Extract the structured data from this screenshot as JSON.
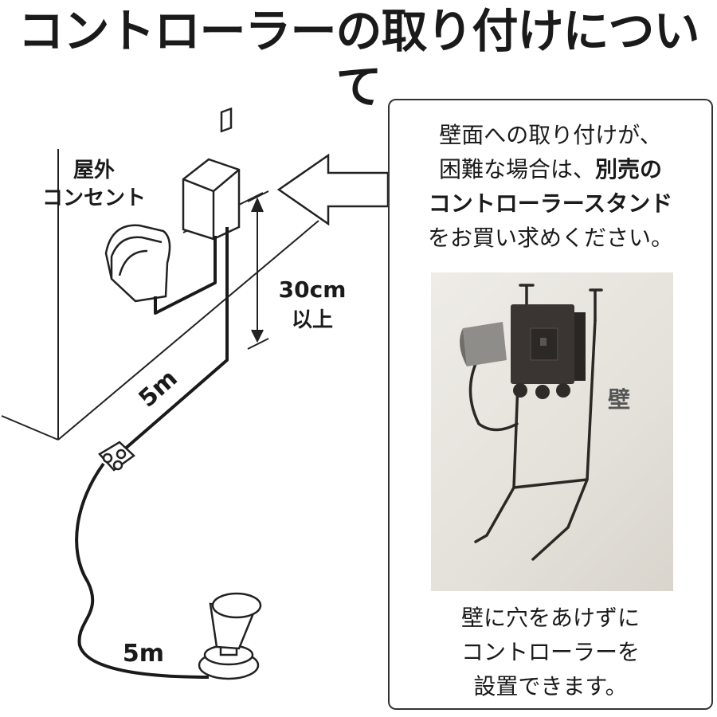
{
  "title": "コントローラーの取り付けについて",
  "diagram": {
    "outlet_label_line1": "屋外",
    "outlet_label_line2": "コンセント",
    "height_line1": "30cm",
    "height_line2": "以上",
    "cable_length_upper": "5m",
    "cable_length_lower": "5m"
  },
  "panel": {
    "intro_line1": "壁面への取り付けが、",
    "intro_line2_plain": "困難な場合は、",
    "intro_line2_bold": "別売の",
    "intro_line3_bold": "コントローラースタンド",
    "intro_line4": "をお買い求めください。",
    "wall_label": "壁",
    "bottom_line1": "壁に穴をあけずに",
    "bottom_line2": "コントローラーを",
    "bottom_line3": "設置できます。"
  }
}
